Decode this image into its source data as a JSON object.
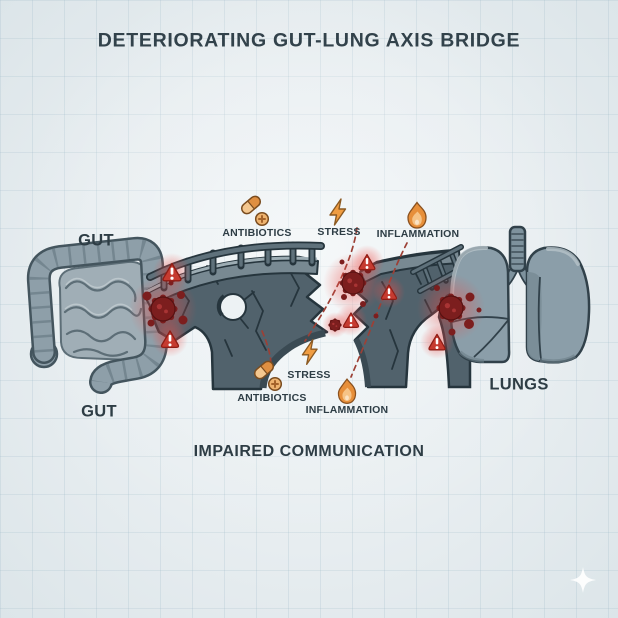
{
  "title": "DETERIORATING GUT-LUNG AXIS BRIDGE",
  "labels": {
    "gut_top": "GUT",
    "gut_bottom": "GUT",
    "lungs": "LUNGS",
    "caption": "IMPAIRED COMMUNICATION"
  },
  "stressors": {
    "top": [
      {
        "label": "ANTIBIOTICS",
        "icon": "antibiotics-pills-icon"
      },
      {
        "label": "STRESS",
        "icon": "lightning-bolt-icon"
      },
      {
        "label": "INFLAMMATION",
        "icon": "flame-icon"
      }
    ],
    "bottom": [
      {
        "label": "ANTIBIOTICS",
        "icon": "antibiotics-pills-icon"
      },
      {
        "label": "STRESS",
        "icon": "lightning-bolt-icon"
      },
      {
        "label": "INFLAMMATION",
        "icon": "flame-icon"
      }
    ]
  },
  "colors": {
    "background": "#e8eef0",
    "grid_line": "#c8d6dc",
    "title_text": "#32424b",
    "organ_fill": "#8b9ca6",
    "organ_outline": "#31414a",
    "bridge_fill": "#51626c",
    "bridge_deck": "#788992",
    "alert_red": "#c63b30",
    "microbe_red": "#7c1e1e",
    "glow_red": "#ed4c47",
    "icon_orange": "#e8963f",
    "dashed_line": "#9c4036"
  },
  "logo_icon": "four-pointed-star"
}
